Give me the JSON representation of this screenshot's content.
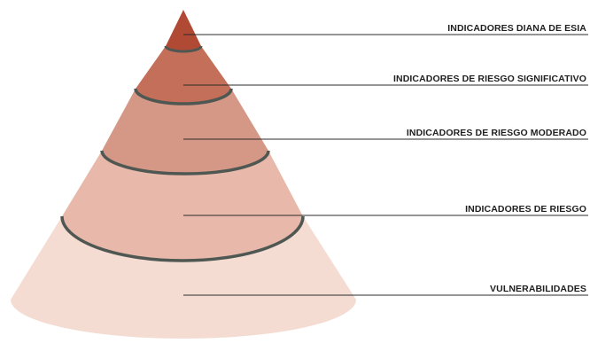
{
  "diagram": {
    "tiers": [
      {
        "label": "INDICADORES DIANA DE ESIA",
        "color": "#b14a35"
      },
      {
        "label": "INDICADORES DE RIESGO SIGNIFICATIVO",
        "color": "#c46f59"
      },
      {
        "label": "INDICADORES DE RIESGO MODERADO",
        "color": "#d59886"
      },
      {
        "label": "INDICADORES DE RIESGO",
        "color": "#e8b9ab"
      },
      {
        "label": "VULNERABILIDADES",
        "color": "#f5dcd3"
      }
    ],
    "ring_color": "#4f5752",
    "leader_color": "#2b2b2b"
  }
}
